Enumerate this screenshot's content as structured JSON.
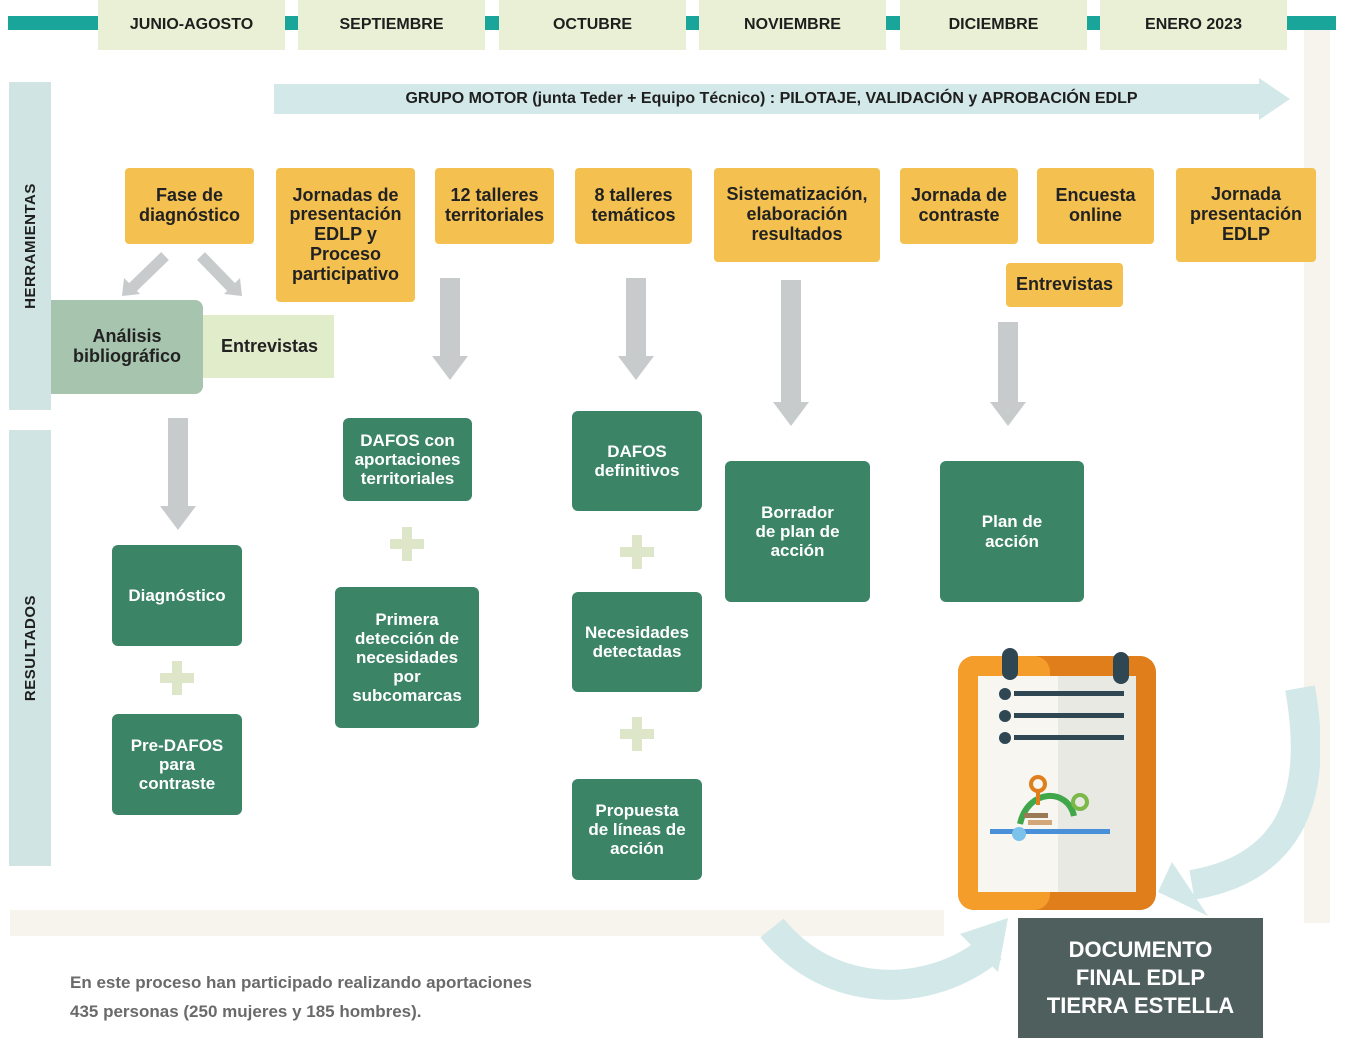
{
  "timeline": {
    "months": [
      "JUNIO-AGOSTO",
      "SEPTIEMBRE",
      "OCTUBRE",
      "NOVIEMBRE",
      "DICIEMBRE",
      "ENERO 2023"
    ],
    "group_motor": "GRUPO MOTOR (junta Teder + Equipo Técnico) : PILOTAJE, VALIDACIÓN y APROBACIÓN EDLP"
  },
  "sections": {
    "tools": "HERRAMIENTAS",
    "results": "RESULTADOS"
  },
  "tools": {
    "fase": "Fase de diagnóstico",
    "analisis": "Análisis bibliográfico",
    "entrevistas_1": "Entrevistas",
    "jornadas": "Jornadas de presentación EDLP y Proceso participativo",
    "talleres_territoriales": "12 talleres territoriales",
    "talleres_tematicos": "8 talleres temáticos",
    "sistematizacion": "Sistematización, elaboración resultados",
    "contraste": "Jornada de contraste",
    "encuesta": "Encuesta online",
    "entrevistas_2": "Entrevistas",
    "presentacion": "Jornada presentación EDLP"
  },
  "results": {
    "diagnostico": "Diagnóstico",
    "pre_dafos": "Pre-DAFOS para contraste",
    "dafos_aportaciones": "DAFOS con aportaciones territoriales",
    "primera_deteccion": "Primera detección de necesidades por subcomarcas",
    "dafos_definitivos": "DAFOS definitivos",
    "necesidades": "Necesidades detectadas",
    "propuesta": "Propuesta de líneas de acción",
    "borrador": "Borrador de plan de acción",
    "plan": "Plan de acción"
  },
  "final_document": "DOCUMENTO FINAL EDLP TIERRA ESTELLA",
  "footer": {
    "line1": "En este proceso han participado realizando aportaciones",
    "line2": "435 personas (250 mujeres y 185 hombres)."
  },
  "colors": {
    "teal": "#1aa59a",
    "month_bg": "#eaf0d5",
    "yellow": "#f4c150",
    "green": "#3b8466",
    "grey_arrow": "#c7cbcc",
    "final_bg": "#4e5f5d"
  }
}
